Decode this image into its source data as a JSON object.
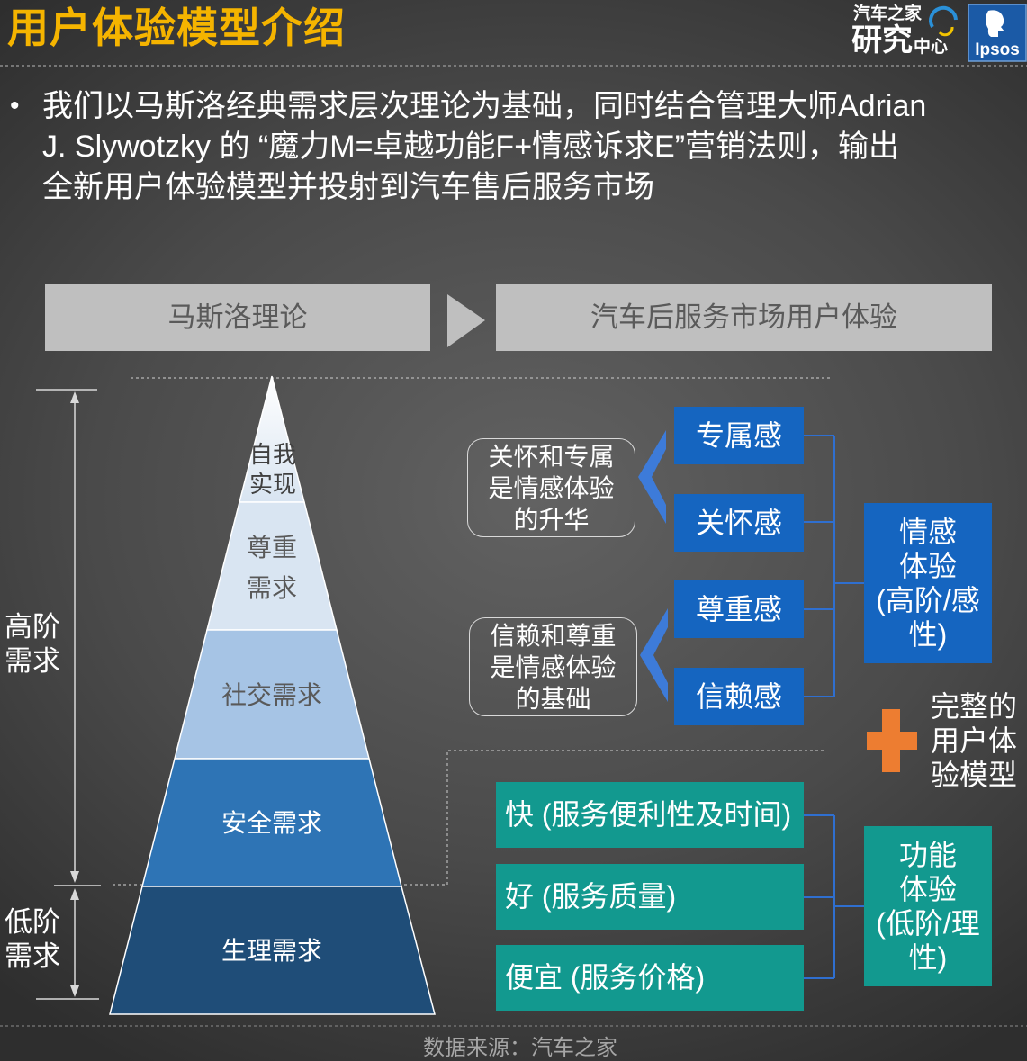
{
  "title": "用户体验模型介绍",
  "logo": {
    "autohome_top": "汽车之家",
    "autohome_main": "研究",
    "autohome_sub": "中心",
    "ipsos": "Ipsos"
  },
  "intro": {
    "bullet": "•",
    "lines": [
      "我们以马斯洛经典需求层次理论为基础，同时结合管理大师Adrian",
      "J. Slywotzky 的 “魔力M=卓越功能F+情感诉求E”营销法则，输出",
      "全新用户体验模型并投射到汽车售后服务市场"
    ]
  },
  "header": {
    "left_label": "马斯洛理论",
    "right_label": "汽车后服务市场用户体验"
  },
  "pyramid": {
    "levels": [
      {
        "lines": [
          "自我",
          "实现"
        ]
      },
      {
        "lines": [
          "尊重",
          "需求"
        ]
      },
      {
        "lines": [
          "社交需求"
        ]
      },
      {
        "lines": [
          "安全需求"
        ]
      },
      {
        "lines": [
          "生理需求"
        ]
      }
    ]
  },
  "needs_brackets": {
    "high": [
      "高阶",
      "需求"
    ],
    "low": [
      "低阶",
      "需求"
    ]
  },
  "emotional": {
    "items": [
      "专属感",
      "关怀感",
      "尊重感",
      "信赖感"
    ],
    "notes": [
      [
        "关怀和专属",
        "是情感体验",
        "的升华"
      ],
      [
        "信赖和尊重",
        "是情感体验",
        "的基础"
      ]
    ],
    "summary": [
      "情感",
      "体验",
      "(高阶/感",
      "性)"
    ]
  },
  "complete_model": [
    "完整的",
    "用户体",
    "验模型"
  ],
  "functional": {
    "items": [
      "快 (服务便利性及时间)",
      "好 (服务质量)",
      "便宜 (服务价格)"
    ],
    "summary": [
      "功能",
      "体验",
      "(低阶/理",
      "性)"
    ]
  },
  "source": "数据来源：汽车之家",
  "colors": {
    "title": "#f5b400",
    "emotional_blue": "#1565c0",
    "functional_teal": "#12998f",
    "plus_orange": "#ed7d31",
    "header_gray": "#bfbfbf",
    "pyramid_levels": [
      "#e9f0f8",
      "#d9e5f2",
      "#a6c4e5",
      "#2e74b5",
      "#1f4d78"
    ]
  }
}
